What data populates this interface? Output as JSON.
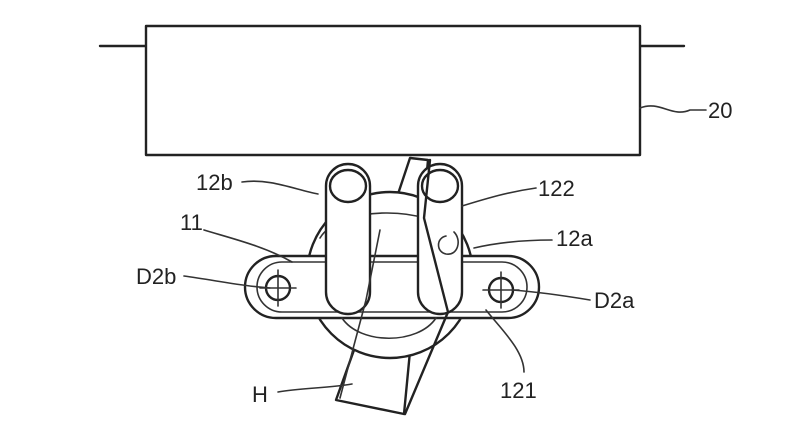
{
  "labels": {
    "housing": "20",
    "clip_left": "12b",
    "clip_right_top": "122",
    "base": "11",
    "clip_right": "12a",
    "pivot_left": "D2b",
    "pivot_right": "D2a",
    "lower_part": "121",
    "hand": "H"
  }
}
